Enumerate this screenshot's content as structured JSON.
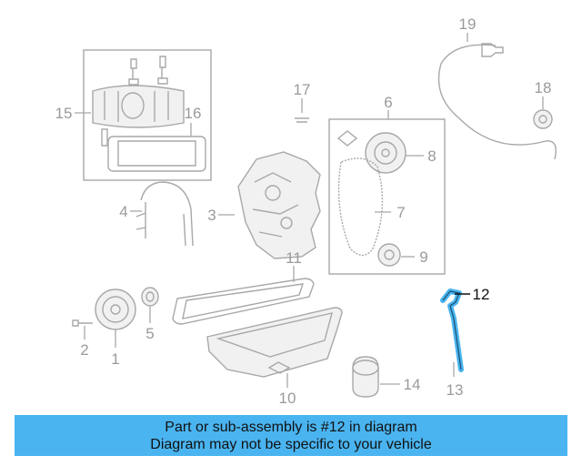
{
  "diagram": {
    "callouts": [
      {
        "id": "1",
        "label": "1"
      },
      {
        "id": "2",
        "label": "2"
      },
      {
        "id": "3",
        "label": "3"
      },
      {
        "id": "4",
        "label": "4"
      },
      {
        "id": "5",
        "label": "5"
      },
      {
        "id": "6",
        "label": "6"
      },
      {
        "id": "7",
        "label": "7"
      },
      {
        "id": "8",
        "label": "8"
      },
      {
        "id": "9",
        "label": "9"
      },
      {
        "id": "10",
        "label": "10"
      },
      {
        "id": "11",
        "label": "11"
      },
      {
        "id": "12",
        "label": "12"
      },
      {
        "id": "13",
        "label": "13"
      },
      {
        "id": "14",
        "label": "14"
      },
      {
        "id": "15",
        "label": "15"
      },
      {
        "id": "16",
        "label": "16"
      },
      {
        "id": "17",
        "label": "17"
      },
      {
        "id": "18",
        "label": "18"
      },
      {
        "id": "19",
        "label": "19"
      }
    ],
    "highlighted_part": "12",
    "highlight_color": "#4ab4f0"
  },
  "banner": {
    "line1": "Part or sub-assembly is #12 in diagram",
    "line2": "Diagram may not be specific to your vehicle",
    "background": "#4ab4f0"
  }
}
